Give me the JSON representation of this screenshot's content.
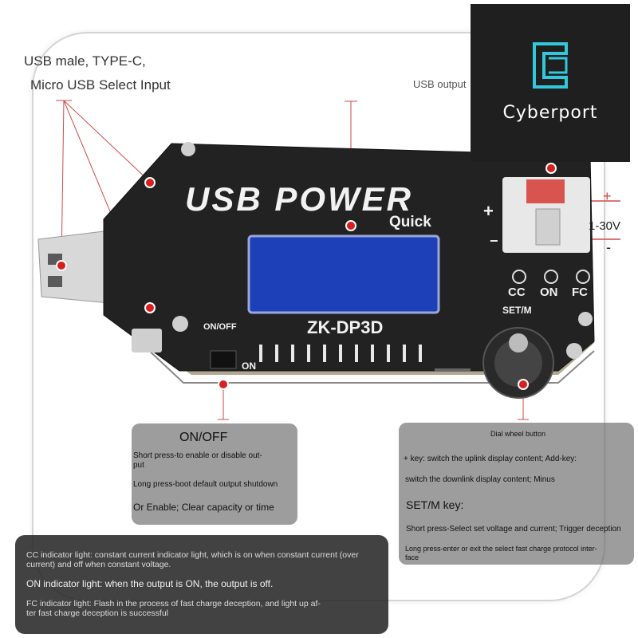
{
  "brand": {
    "name": "Cyberport"
  },
  "labels": {
    "usb_input_line1": "USB male, TYPE-C,",
    "usb_input_line2": "Micro USB Select Input",
    "usb_output": "USB output",
    "voltage_range": "1-30V",
    "plus_sign": "+",
    "minus_sign": "-"
  },
  "device": {
    "title": "USB POWER",
    "subtitle": "Quick",
    "model": "ZK-DP3D",
    "on_off": "ON/OFF",
    "on": "ON",
    "cc": "CC",
    "on_light": "ON",
    "fc": "FC",
    "set_m": "SET/M",
    "plus": "+",
    "minus": "−"
  },
  "onoff_panel": {
    "title": "ON/OFF",
    "line1a": "Short press-to enable or disable out-",
    "line1b": "put",
    "line2": "Long press-boot default output shutdown",
    "line3": "Or Enable; Clear capacity or time"
  },
  "dial_panel": {
    "title": "Dial wheel button",
    "line1": "+ key: switch the uplink display content; Add-key:",
    "line2": "switch the downlink display content; Minus",
    "setm_title": "SET/M key:",
    "line3": "Short press-Select set voltage and current; Trigger deception",
    "line4a": "Long press-enter or exit the select fast charge protocol inter-",
    "line4b": "face"
  },
  "indicator_panel": {
    "line1a": "CC indicator light: constant current indicator light, which is on when constant current (over",
    "line1b": "current) and off when constant voltage.",
    "line2": "ON indicator light: when the output is ON, the output is off.",
    "line3a": "FC indicator light: Flash in the process of fast charge deception, and light up af-",
    "line3b": "ter fast charge deception is successful"
  },
  "colors": {
    "accent_red": "#d92020",
    "lcd_blue": "#2f5fd8",
    "logo_cyan": "#33c7dc"
  }
}
